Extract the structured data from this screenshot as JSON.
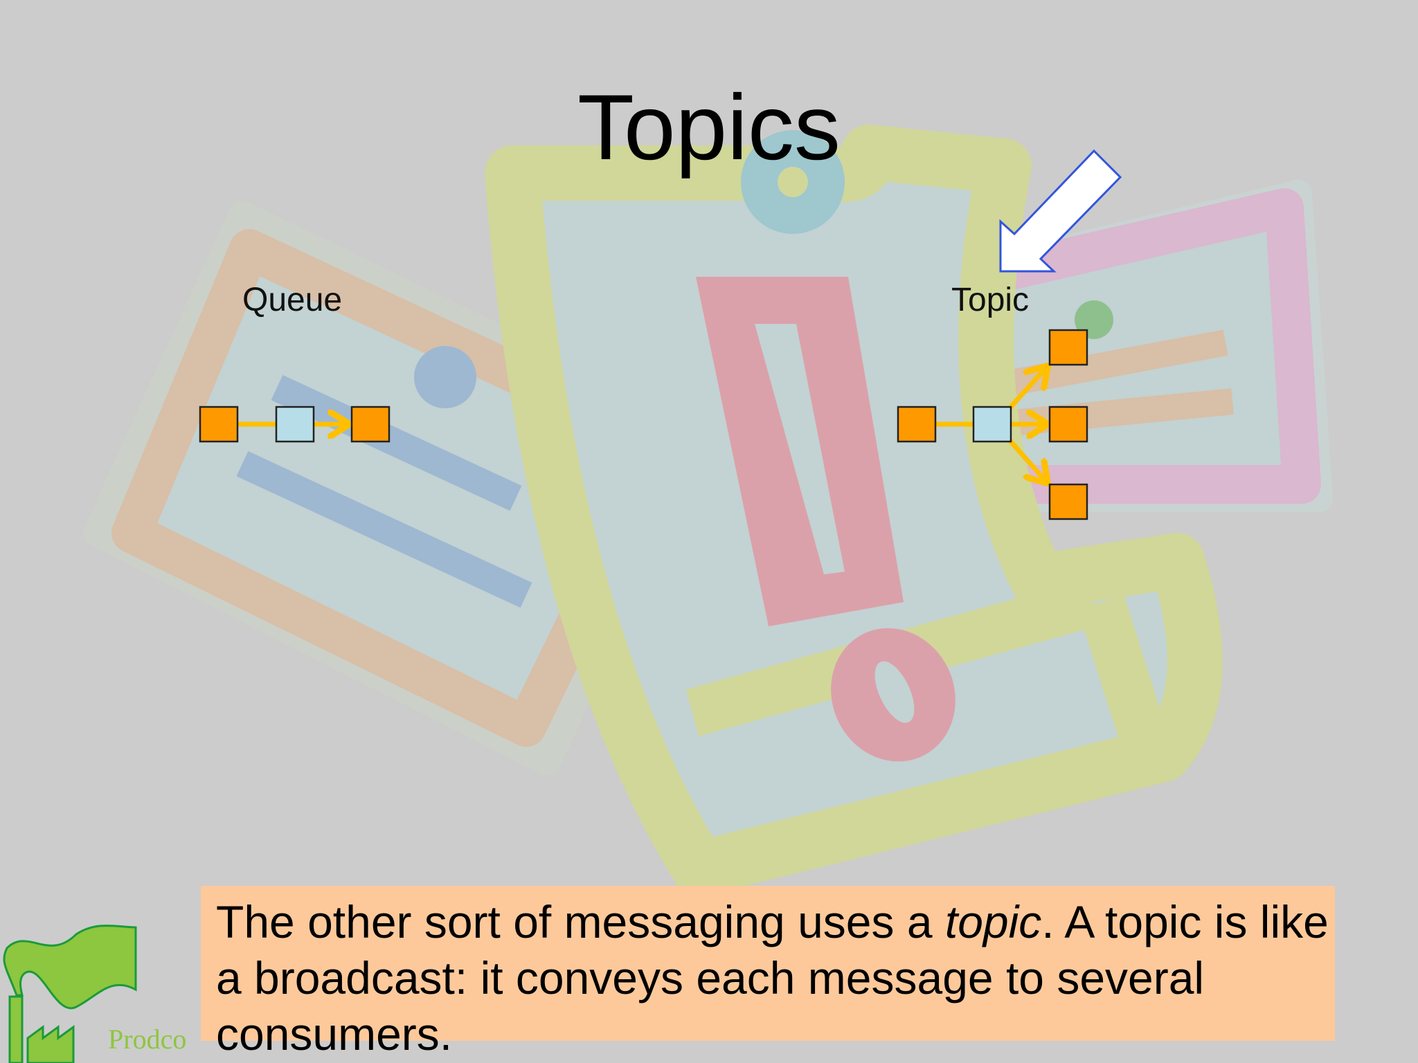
{
  "slide": {
    "title": "Topics",
    "queue_label": "Queue",
    "topic_label": "Topic",
    "caption_part1": "The other sort of messaging uses a ",
    "caption_italic": "topic",
    "caption_part2": ". A topic is like a broadcast: it conveys each message to several consumers.",
    "brand": "Prodco"
  },
  "colors": {
    "background": "#cccccc",
    "node_orange": "#ff9900",
    "node_blue": "#b7dde8",
    "arrow_yellow": "#ffc000",
    "caption_bg": "#fdc99b",
    "pointer_fill": "#ffffff",
    "pointer_stroke": "#3355dd",
    "brand_green": "#8dc63f"
  },
  "icons": {
    "pointer": "pointer-arrow-icon",
    "logo": "factory-flag-logo"
  }
}
